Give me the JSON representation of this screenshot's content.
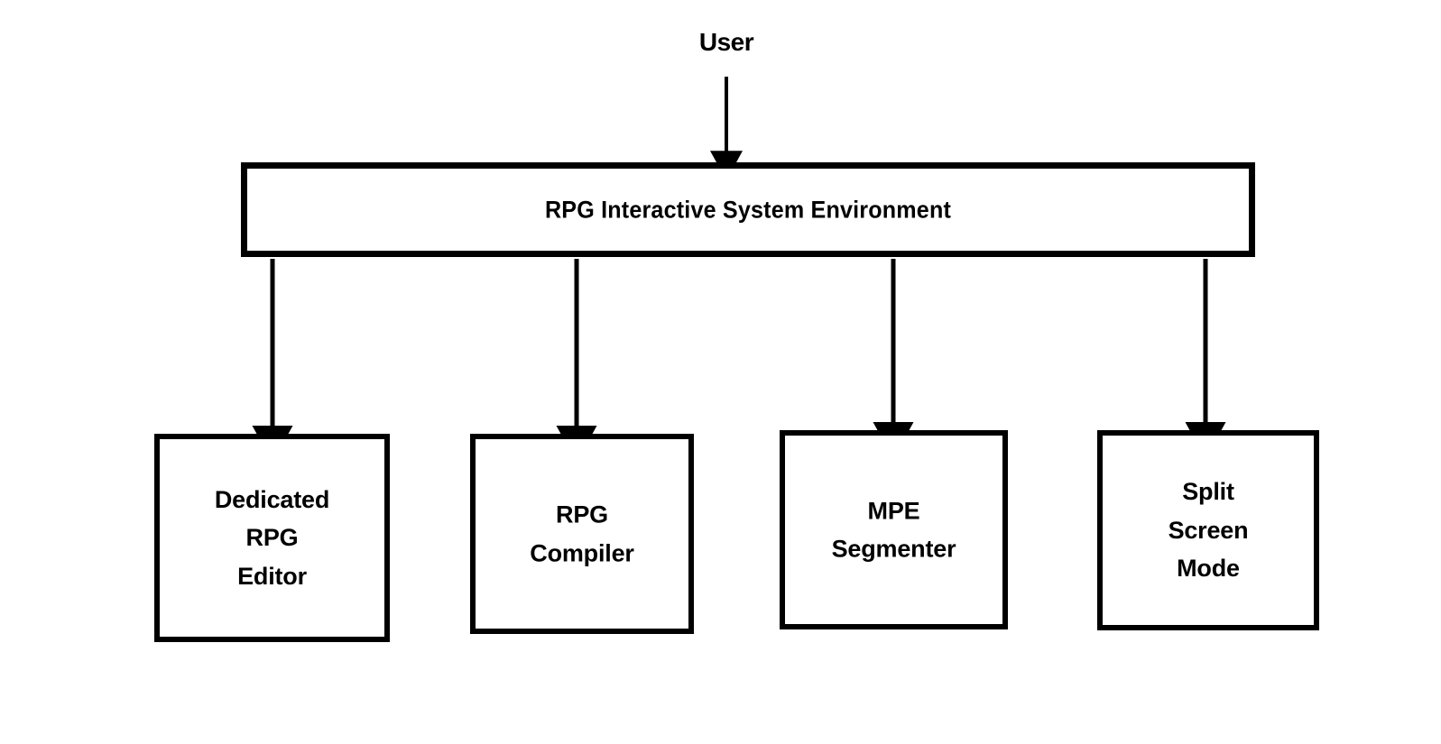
{
  "diagram": {
    "title": "RPG Interactive System Environment block diagram",
    "ink_color": "#000000",
    "background_color": "#ffffff",
    "actor": {
      "label": "User",
      "arrow": "down-arrow-icon"
    },
    "root": {
      "label": "RPG Interactive System Environment"
    },
    "children": [
      {
        "lines": [
          "Dedicated",
          "RPG",
          "Editor"
        ],
        "arrow": "down-arrow-icon"
      },
      {
        "lines": [
          "RPG",
          "Compiler"
        ],
        "arrow": "down-arrow-icon"
      },
      {
        "lines": [
          "MPE",
          "Segmenter"
        ],
        "arrow": "down-arrow-icon"
      },
      {
        "lines": [
          "Split",
          "Screen",
          "Mode"
        ],
        "arrow": "down-arrow-icon"
      }
    ]
  }
}
